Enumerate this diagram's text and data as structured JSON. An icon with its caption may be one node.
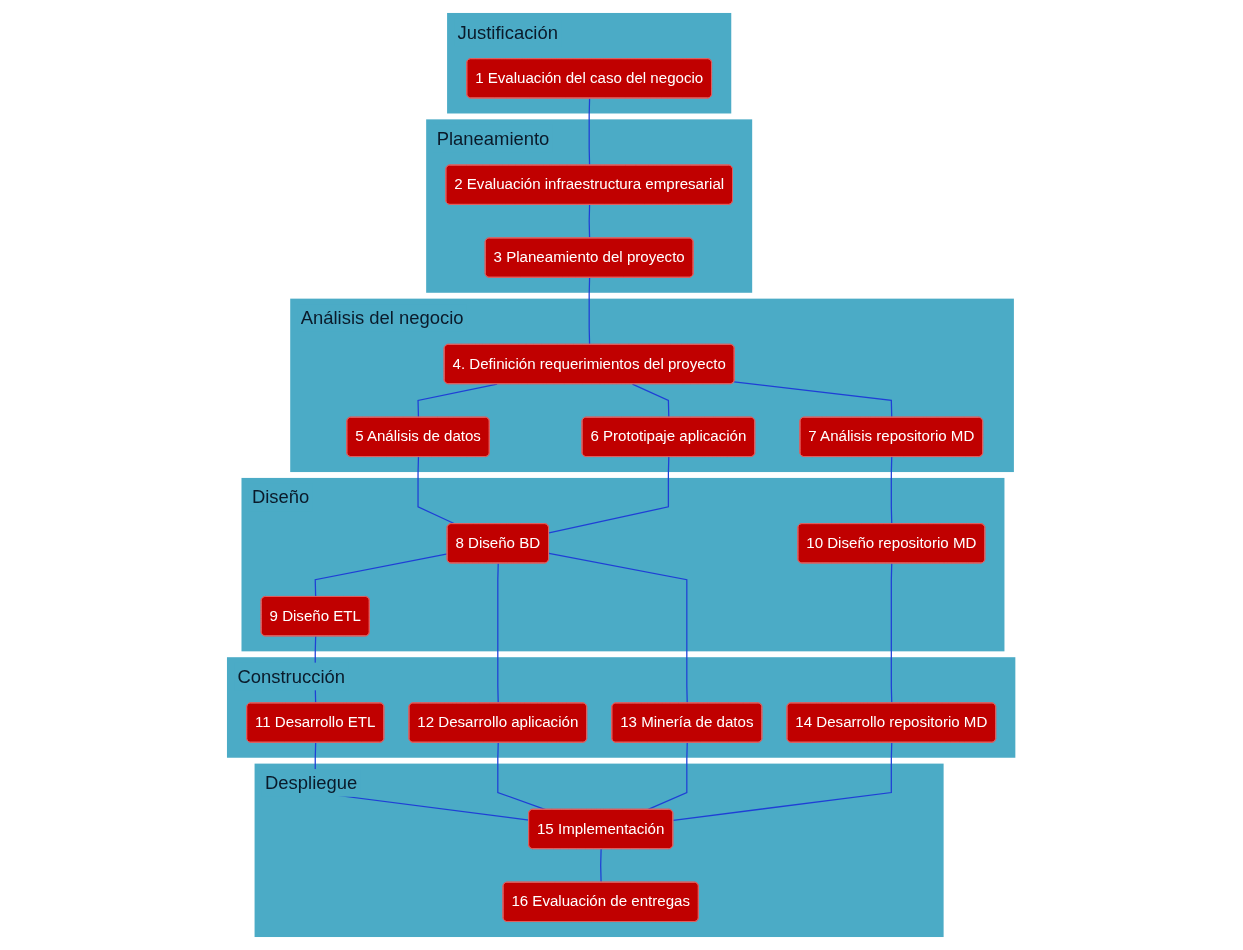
{
  "diagram": {
    "nodes": [
      {
        "text": [
          "Justificación"
        ]
      },
      {
        "text": [
          "1 Evaluación del caso del negocio"
        ],
        "in": 0
      },
      {
        "text": [
          "Planeamiento"
        ]
      },
      {
        "text": [
          "2 Evaluación infraestructura empresarial"
        ],
        "in": 2
      },
      {
        "text": [
          "3 Planeamiento del proyecto"
        ],
        "in": 2
      },
      {
        "text": [
          "Análisis del negocio"
        ]
      },
      {
        "text": [
          "4. Definición requerimientos del proyecto"
        ],
        "in": 5
      },
      {
        "text": [
          "5 Análisis de datos"
        ],
        "in": 5
      },
      {
        "text": [
          "6 Prototipaje aplicación"
        ],
        "in": 5
      },
      {
        "text": [
          "7 Análisis repositorio MD"
        ],
        "in": 5
      },
      {
        "text": [
          "Diseño"
        ]
      },
      {
        "text": [
          "8 Diseño BD"
        ],
        "in": 10
      },
      {
        "text": [
          "10 Diseño repositorio MD"
        ],
        "in": 10
      },
      {
        "text": [
          "9 Diseño ETL"
        ],
        "in": 10
      },
      {
        "text": [
          "Construcción"
        ]
      },
      {
        "text": [
          "12 Desarrollo aplicación"
        ],
        "in": 14
      },
      {
        "text": [
          "14 Desarrollo repositorio MD"
        ],
        "in": 14
      },
      {
        "text": [
          "11 Desarrollo ETL"
        ],
        "in": 14
      },
      {
        "text": [
          "13 Minería de datos"
        ],
        "in": 14
      },
      {
        "text": [
          "Despliegue"
        ]
      },
      {
        "text": [
          "15 Implementación"
        ],
        "in": 19
      },
      {
        "text": [
          "16 Evaluación de entregas"
        ],
        "in": 19
      }
    ],
    "edges": [
      {
        "from": 1,
        "to": 3,
        "arrow": "none"
      },
      {
        "from": 3,
        "to": 4,
        "arrow": "none"
      },
      {
        "from": 4,
        "to": 6,
        "arrow": "none"
      },
      {
        "from": 6,
        "to": 7,
        "arrow": "none"
      },
      {
        "from": 6,
        "to": 8,
        "arrow": "none"
      },
      {
        "from": 6,
        "to": 9,
        "arrow": "none"
      },
      {
        "from": 7,
        "to": 11,
        "arrow": "none"
      },
      {
        "from": 8,
        "to": 11,
        "arrow": "none"
      },
      {
        "from": 9,
        "to": 12,
        "arrow": "none"
      },
      {
        "from": 11,
        "to": 13,
        "arrow": "none"
      },
      {
        "from": 11,
        "to": 15,
        "arrow": "none"
      },
      {
        "from": 11,
        "to": 18,
        "arrow": "none"
      },
      {
        "from": 13,
        "to": 17,
        "arrow": "none"
      },
      {
        "from": 12,
        "to": 16,
        "arrow": "none"
      },
      {
        "from": 17,
        "to": 20,
        "arrow": "none"
      },
      {
        "from": 15,
        "to": 20,
        "arrow": "none"
      },
      {
        "from": 18,
        "to": 20,
        "arrow": "none"
      },
      {
        "from": 16,
        "to": 20,
        "arrow": "none"
      },
      {
        "from": 20,
        "to": 21,
        "arrow": "none"
      }
    ]
  }
}
